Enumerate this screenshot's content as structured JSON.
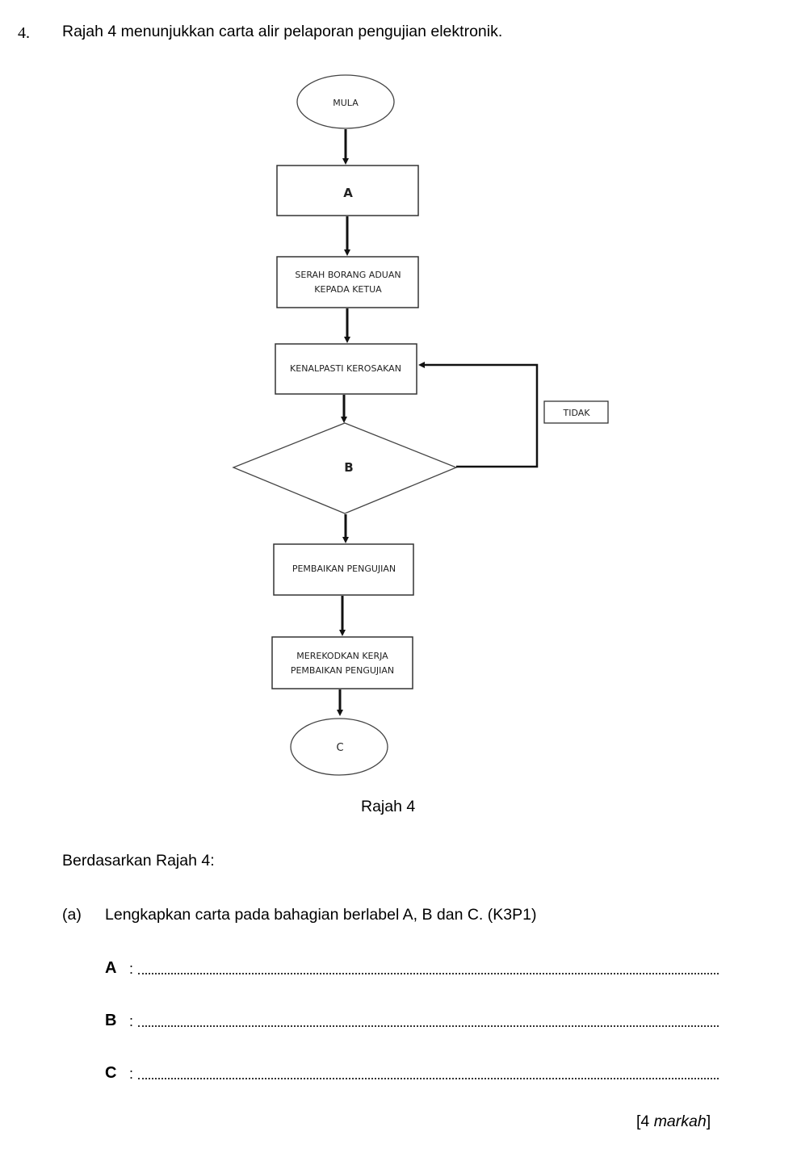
{
  "question": {
    "number": "4.",
    "text": "Rajah 4 menunjukkan carta alir pelaporan pengujian elektronik."
  },
  "flowchart": {
    "start": "MULA",
    "step_a": "A",
    "step_submit_line1": "SERAH BORANG ADUAN",
    "step_submit_line2": "KEPADA KETUA",
    "step_identify": "KENALPASTI KEROSAKAN",
    "decision_b": "B",
    "loop_label": "TIDAK",
    "step_repair": "PEMBAIKAN PENGUJIAN",
    "step_record_line1": "MEREKODKAN KERJA",
    "step_record_line2": "PEMBAIKAN PENGUJIAN",
    "end_c": "C"
  },
  "caption": "Rajah 4",
  "intro": "Berdasarkan Rajah 4:",
  "part_a": {
    "label": "(a)",
    "text": "Lengkapkan carta pada bahagian berlabel A, B dan C. (K3P1)",
    "answers": [
      {
        "letter": "A",
        "colon": ":",
        "value": ""
      },
      {
        "letter": "B",
        "colon": ":",
        "value": ""
      },
      {
        "letter": "C",
        "colon": ":",
        "value": ""
      }
    ]
  },
  "marks": {
    "open": "[4 ",
    "word": "markah",
    "close": "]"
  }
}
